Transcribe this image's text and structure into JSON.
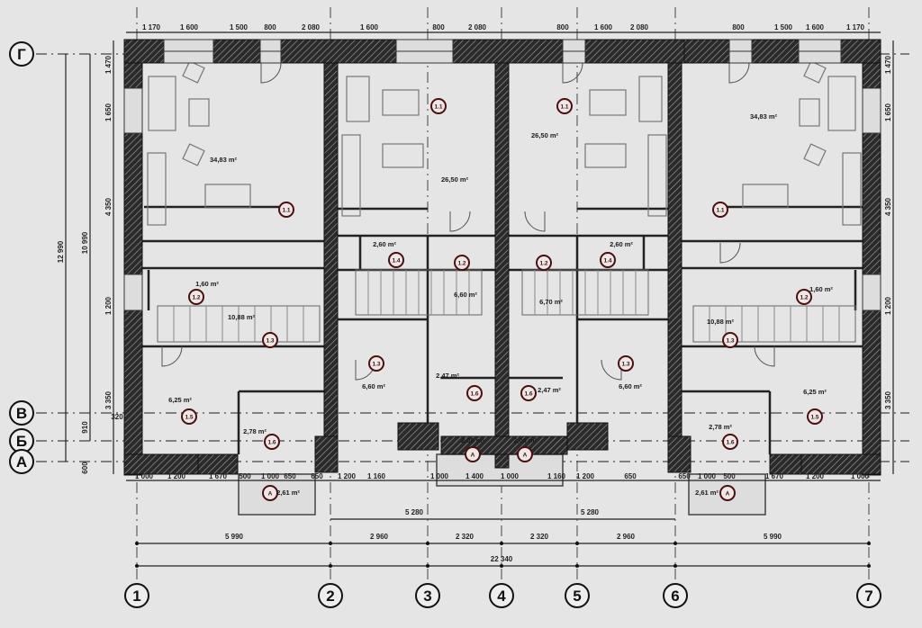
{
  "axes": {
    "columns": [
      "1",
      "2",
      "3",
      "4",
      "5",
      "6",
      "7"
    ],
    "rows": [
      "Г",
      "В",
      "Б",
      "А"
    ]
  },
  "dimensions": {
    "top": [
      "1 170",
      "1 600",
      "1 500",
      "800",
      "2 080",
      "1 600",
      "800",
      "2 080",
      "800",
      "1 600",
      "2 080",
      "800",
      "1 500",
      "1 600",
      "1 170"
    ],
    "bottom_row": [
      "1 000",
      "1 200",
      "1 670",
      "500",
      "1 000",
      "650",
      "650",
      "1 200",
      "1 160",
      "1 000",
      "1 400",
      "1 000",
      "1 160",
      "1 200",
      "650",
      "650",
      "1 000",
      "500",
      "1 670",
      "1 200",
      "1 000"
    ],
    "halves": [
      "5 280",
      "5 280"
    ],
    "spans": [
      "5 990",
      "2 960",
      "2 320",
      "2 320",
      "2 960",
      "5 990"
    ],
    "total": "22 340",
    "left": [
      "12 990",
      "10 990",
      "1 470",
      "1 650",
      "4 350",
      "1 200",
      "3 350",
      "910",
      "600",
      "320"
    ],
    "right": [
      "1 470",
      "1 650",
      "4 350",
      "1 200",
      "3 350"
    ]
  },
  "rooms": [
    {
      "tag": "1.1",
      "area": "34,83 m²"
    },
    {
      "tag": "1.2",
      "area": "1,60 m²"
    },
    {
      "tag": "1.3",
      "area": "10,88 m²"
    },
    {
      "tag": "1.5",
      "area": "6,25 m²"
    },
    {
      "tag": "1.6",
      "area": "2,78 m²"
    },
    {
      "tag": "1.1",
      "area": "26,50 m²"
    },
    {
      "tag": "1.4",
      "area": "2,60 m²"
    },
    {
      "tag": "1.2",
      "area": "6,60 m²"
    },
    {
      "tag": "1.3",
      "area": "6,60 m²"
    },
    {
      "tag": "1.6",
      "area": "2,47 m²"
    },
    {
      "tag": "1.1",
      "area": "26,50 m²"
    },
    {
      "tag": "1.4",
      "area": "2,60 m²"
    },
    {
      "tag": "1.2",
      "area": "6,70 m²"
    },
    {
      "tag": "1.3",
      "area": "6,60 m²"
    },
    {
      "tag": "1.6",
      "area": "2,47 m²"
    },
    {
      "tag": "1.1",
      "area": "34,83 m²"
    },
    {
      "tag": "1.2",
      "area": "1,60 m²"
    },
    {
      "tag": "1.3",
      "area": "10,88 m²"
    },
    {
      "tag": "1.5",
      "area": "6,25 m²"
    },
    {
      "tag": "1.6",
      "area": "2,78 m²"
    },
    {
      "tag": "А",
      "area": "2,61 m²"
    },
    {
      "tag": "А",
      "area": "2,08 m²"
    },
    {
      "tag": "А",
      "area": "2,08 m²"
    },
    {
      "tag": "А",
      "area": "2,61 m²"
    }
  ],
  "colors": {
    "wall": "#1c1c1c",
    "line": "#333333",
    "tag_ring": "#4a0f0f",
    "background": "#e4e5e4"
  }
}
